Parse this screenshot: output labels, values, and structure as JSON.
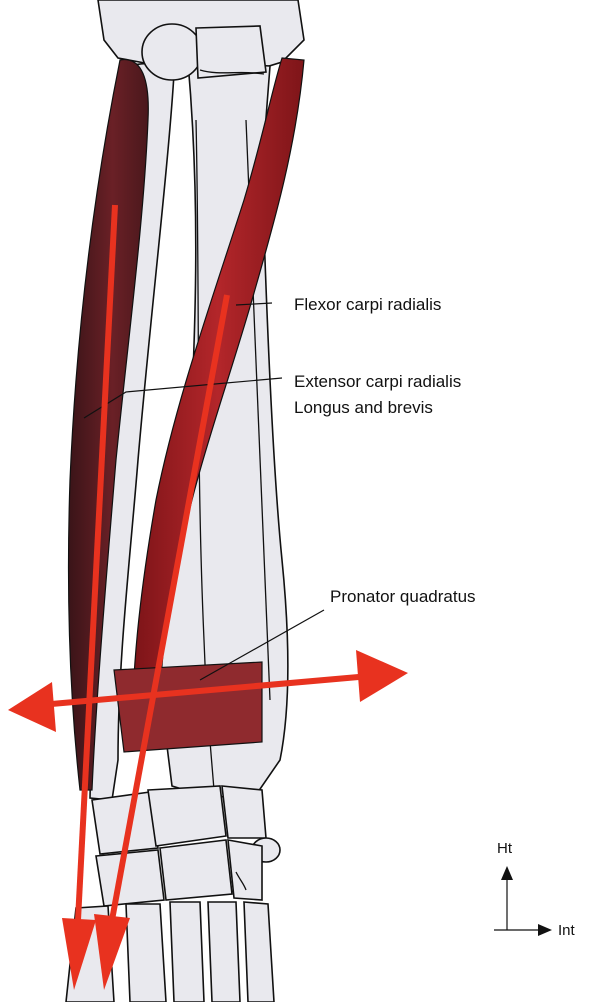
{
  "labels": {
    "flexor": "Flexor carpi radialis",
    "extensor_line1": "Extensor carpi radialis",
    "extensor_line2": "Longus and brevis",
    "pronator": "Pronator quadratus"
  },
  "axes": {
    "vertical": "Ht",
    "horizontal": "Int"
  },
  "colors": {
    "arrow_red": "#e8321f",
    "muscle_dark": "#5a1c22",
    "muscle_red": "#9c1f22",
    "pronator_fill": "#8f2a2e",
    "bone_fill": "#e9e9ee"
  }
}
